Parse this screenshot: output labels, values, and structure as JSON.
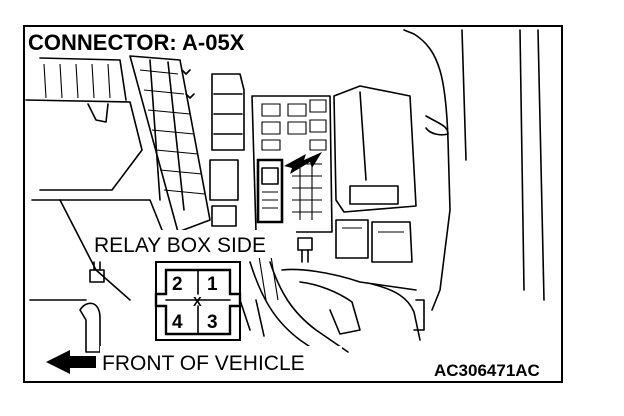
{
  "diagram": {
    "title": "CONNECTOR: A-05X",
    "relay_label": "RELAY BOX SIDE",
    "front_label": "FRONT OF VEHICLE",
    "part_code": "AC306471AC",
    "connector": {
      "pins": [
        "2",
        "1",
        "4",
        "3"
      ],
      "center_mark": "X"
    }
  }
}
